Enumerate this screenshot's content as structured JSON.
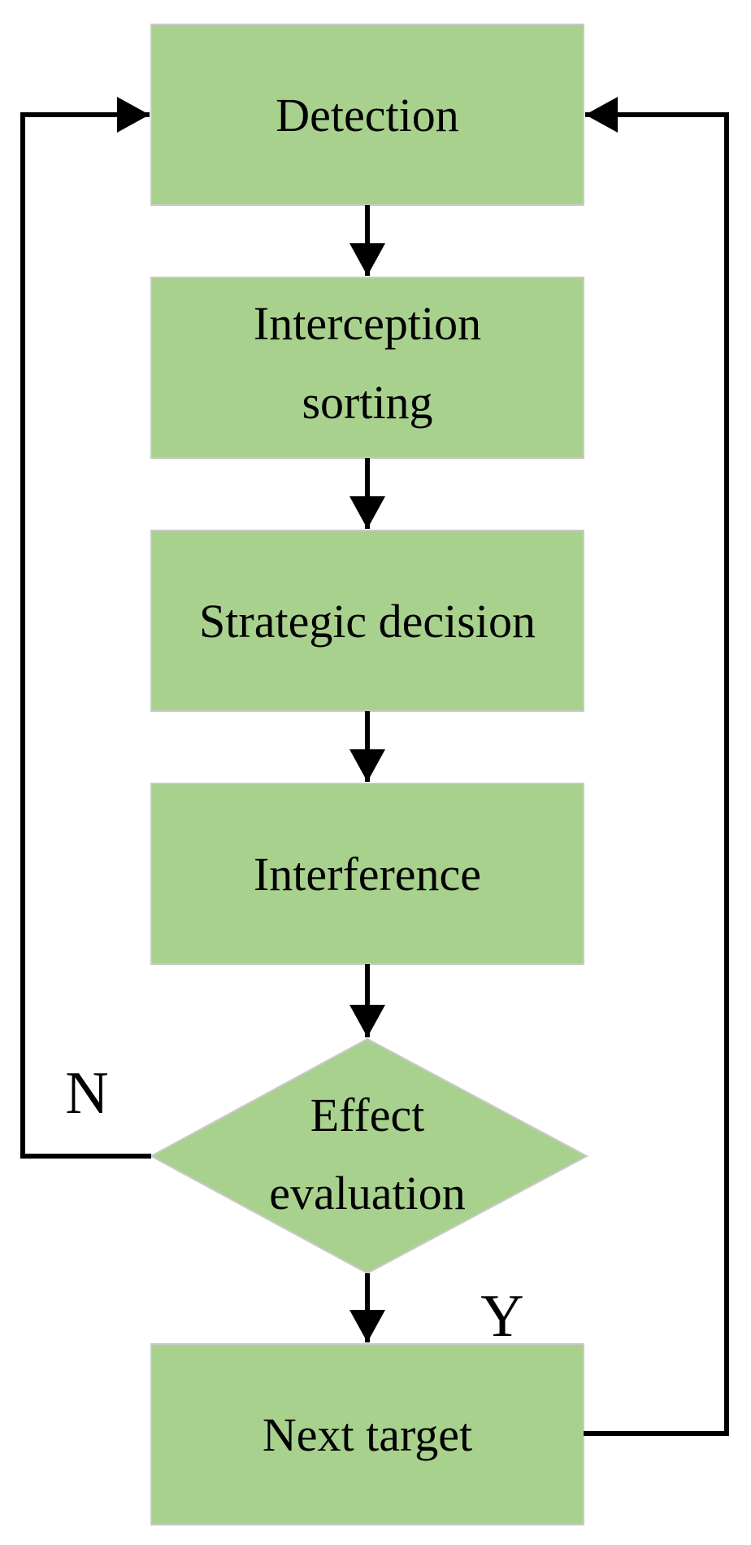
{
  "flowchart": {
    "colors": {
      "node_fill": "#a9d18e",
      "node_border": "#c9c9c9",
      "line": "#000000"
    },
    "nodes": [
      {
        "id": "detection",
        "shape": "rectangle",
        "lines": [
          "Detection"
        ]
      },
      {
        "id": "interception-sorting",
        "shape": "rectangle",
        "lines": [
          "Interception",
          "sorting"
        ]
      },
      {
        "id": "strategic-decision",
        "shape": "rectangle",
        "lines": [
          "Strategic decision"
        ]
      },
      {
        "id": "interference",
        "shape": "rectangle",
        "lines": [
          "Interference"
        ]
      },
      {
        "id": "effect-evaluation",
        "shape": "diamond",
        "lines": [
          "Effect",
          "evaluation"
        ]
      },
      {
        "id": "next-target",
        "shape": "rectangle",
        "lines": [
          "Next target"
        ]
      }
    ],
    "edges": [
      {
        "from": "detection",
        "to": "interception-sorting"
      },
      {
        "from": "interception-sorting",
        "to": "strategic-decision"
      },
      {
        "from": "strategic-decision",
        "to": "interference"
      },
      {
        "from": "interference",
        "to": "effect-evaluation"
      },
      {
        "from": "effect-evaluation",
        "to": "next-target",
        "label": "Y"
      },
      {
        "from": "effect-evaluation",
        "to": "detection",
        "label": "N"
      },
      {
        "from": "next-target",
        "to": "detection"
      }
    ],
    "branch_labels": {
      "no": "N",
      "yes": "Y"
    }
  }
}
